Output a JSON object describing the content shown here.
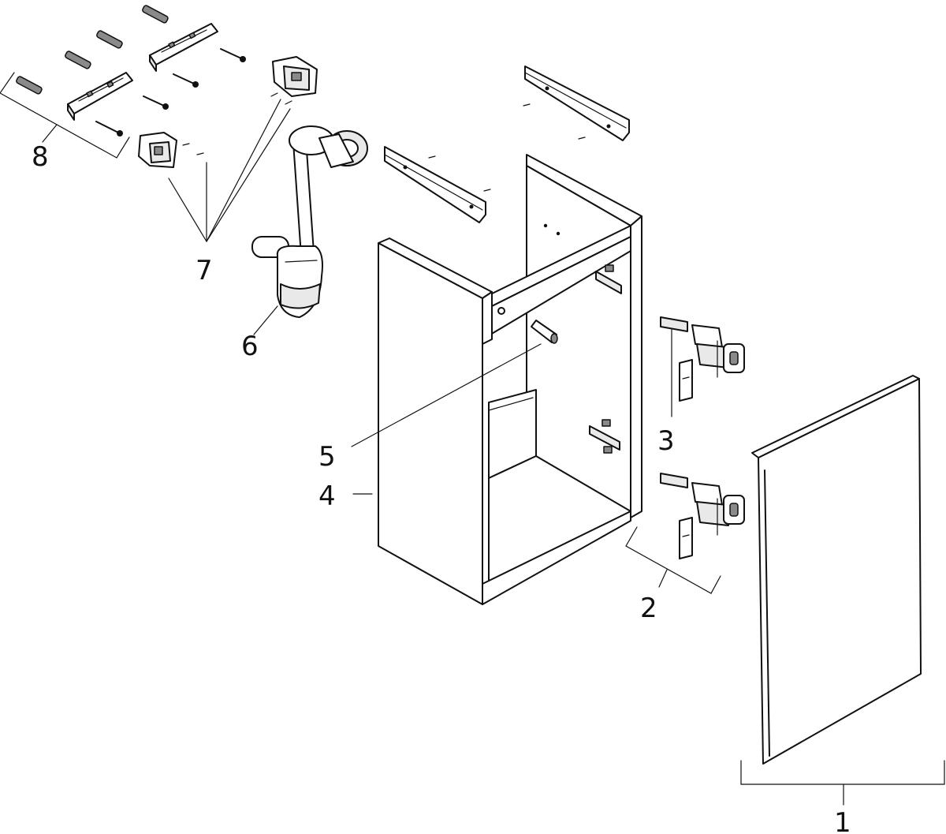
{
  "diagram": {
    "type": "exploded parts drawing",
    "callouts": [
      {
        "id": "1",
        "text": "1"
      },
      {
        "id": "2",
        "text": "2"
      },
      {
        "id": "3",
        "text": "3"
      },
      {
        "id": "4",
        "text": "4"
      },
      {
        "id": "5",
        "text": "5"
      },
      {
        "id": "6",
        "text": "6"
      },
      {
        "id": "7",
        "text": "7"
      },
      {
        "id": "8",
        "text": "8"
      }
    ]
  }
}
